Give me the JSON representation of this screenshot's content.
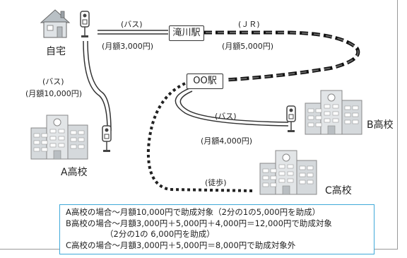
{
  "home": {
    "label": "自宅"
  },
  "stations": {
    "takigawa": "滝川駅",
    "maru": "OO駅"
  },
  "routes": {
    "bus_home_takigawa": {
      "mode": "(バス)",
      "fare": "(月額3,000円)"
    },
    "jr": {
      "mode": "(ＪＲ)",
      "fare": "(月額5,000円)"
    },
    "bus_home_a": {
      "mode": "(バス)",
      "fare": "(月額10,000円)"
    },
    "bus_maru_b": {
      "mode": "(バス)",
      "fare": "(月額4,000円)"
    },
    "walk_c": {
      "mode": "(徒歩)"
    }
  },
  "schools": {
    "a": "A高校",
    "b": "B高校",
    "c": "C高校"
  },
  "note": {
    "line1": "A高校の場合～月額10,000円で助成対象（2分の1の5,000円を助成）",
    "line2": "B高校の場合～月額3,000円＋5,000円＋4,000円＝12,000円で助成対象",
    "line3": "（2分の1の 6,000円を助成）",
    "line4": "C高校の場合～月額3,000円＋5,000円＝8,000円で助成対象外"
  },
  "colors": {
    "accent_border": "#3fa9d9",
    "road": "#333333",
    "rail": "#111111",
    "building": "#cfd3d6"
  },
  "icons": [
    "house-icon",
    "bus-stop-icon",
    "school-building-icon"
  ]
}
